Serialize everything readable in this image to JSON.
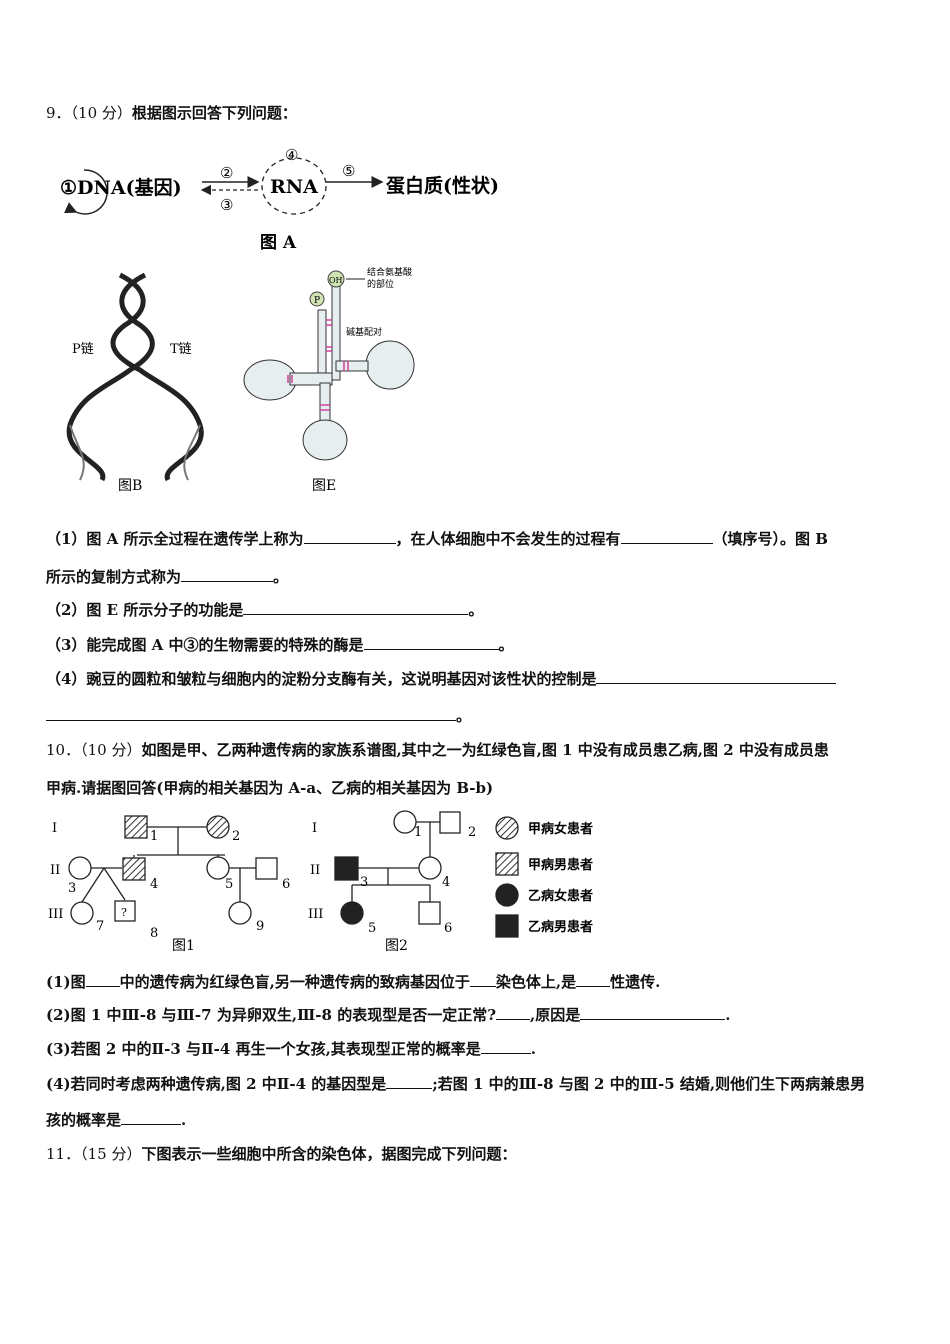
{
  "q9": {
    "number": "9．",
    "score": "（10 分）",
    "prompt": "根据图示回答下列问题：",
    "figA": {
      "dna": "①DNA(基因)",
      "rna": "RNA",
      "protein": "蛋白质(性状)",
      "n2": "②",
      "n3": "③",
      "n4": "④",
      "n5": "⑤",
      "caption": "图 A"
    },
    "figB": {
      "p_chain": "P链",
      "t_chain": "T链",
      "caption": "图B"
    },
    "figE": {
      "oh": "OH",
      "p": "P",
      "amino_site": "结合氨基酸",
      "amino_site2": "的部位",
      "base_pair": "碱基配对",
      "caption": "图E"
    },
    "sub1a": "（1）图 A 所示全过程在遗传学上称为",
    "sub1b": "，在人体细胞中不会发生的过程有",
    "sub1c": "（填序号）。图 B",
    "sub1d": "所示的复制方式称为",
    "sub2": "（2）图 E 所示分子的功能是",
    "sub3": "（3）能完成图 A 中③的生物需要的特殊的酶是",
    "sub4": "（4）豌豆的圆粒和皱粒与细胞内的淀粉分支酶有关，这说明基因对该性状的控制是",
    "period": "。"
  },
  "q10": {
    "number": "10．",
    "score": "（10 分）",
    "prompt1": "如图是甲、乙两种遗传病的家族系谱图,其中之一为红绿色盲,图 1 中没有成员患乙病,图 2 中没有成员患",
    "prompt2": "甲病.请据图回答(甲病的相关基因为 A-a、乙病的相关基因为 B-b)",
    "fig1": {
      "caption": "图1",
      "gen": [
        "I",
        "II",
        "III"
      ],
      "ids": [
        "1",
        "2",
        "3",
        "4",
        "5",
        "6",
        "7",
        "8",
        "9"
      ],
      "unknown": "?"
    },
    "fig2": {
      "caption": "图2",
      "gen": [
        "I",
        "II",
        "III"
      ],
      "ids": [
        "1",
        "2",
        "3",
        "4",
        "5",
        "6"
      ]
    },
    "legend": [
      "甲病女患者",
      "甲病男患者",
      "乙病女患者",
      "乙病男患者"
    ],
    "sub1a": "(1)图",
    "sub1b": "中的遗传病为红绿色盲,另一种遗传病的致病基因位于",
    "sub1c": "染色体上,是",
    "sub1d": "性遗传.",
    "sub2a": "(2)图 1 中Ⅲ-8 与Ⅲ-7 为异卵双生,Ⅲ-8 的表现型是否一定正常?",
    "sub2b": ",原因是",
    "sub2c": ".",
    "sub3a": "(3)若图 2 中的Ⅱ-3 与Ⅱ-4 再生一个女孩,其表现型正常的概率是",
    "sub3b": ".",
    "sub4a": "(4)若同时考虑两种遗传病,图 2 中Ⅱ-4 的基因型是",
    "sub4b": ";若图 1 中的Ⅲ-8 与图 2 中的Ⅲ-5 结婚,则他们生下两病兼患男",
    "sub4c": "孩的概率是",
    "sub4d": "."
  },
  "q11": {
    "number": "11．",
    "score": "（15 分）",
    "prompt": "下图表示一些细胞中所含的染色体，据图完成下列问题："
  }
}
